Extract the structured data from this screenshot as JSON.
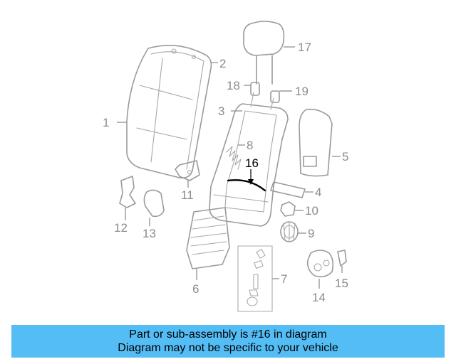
{
  "diagram": {
    "callouts": [
      "1",
      "2",
      "3",
      "4",
      "5",
      "6",
      "7",
      "8",
      "9",
      "10",
      "11",
      "12",
      "13",
      "14",
      "15",
      "16",
      "17",
      "18",
      "19"
    ],
    "highlighted_callout": "16"
  },
  "banner": {
    "line1": "Part or sub-assembly is #16 in diagram",
    "line2": "Diagram may not be specific to your vehicle",
    "background": "#54bdf5"
  }
}
